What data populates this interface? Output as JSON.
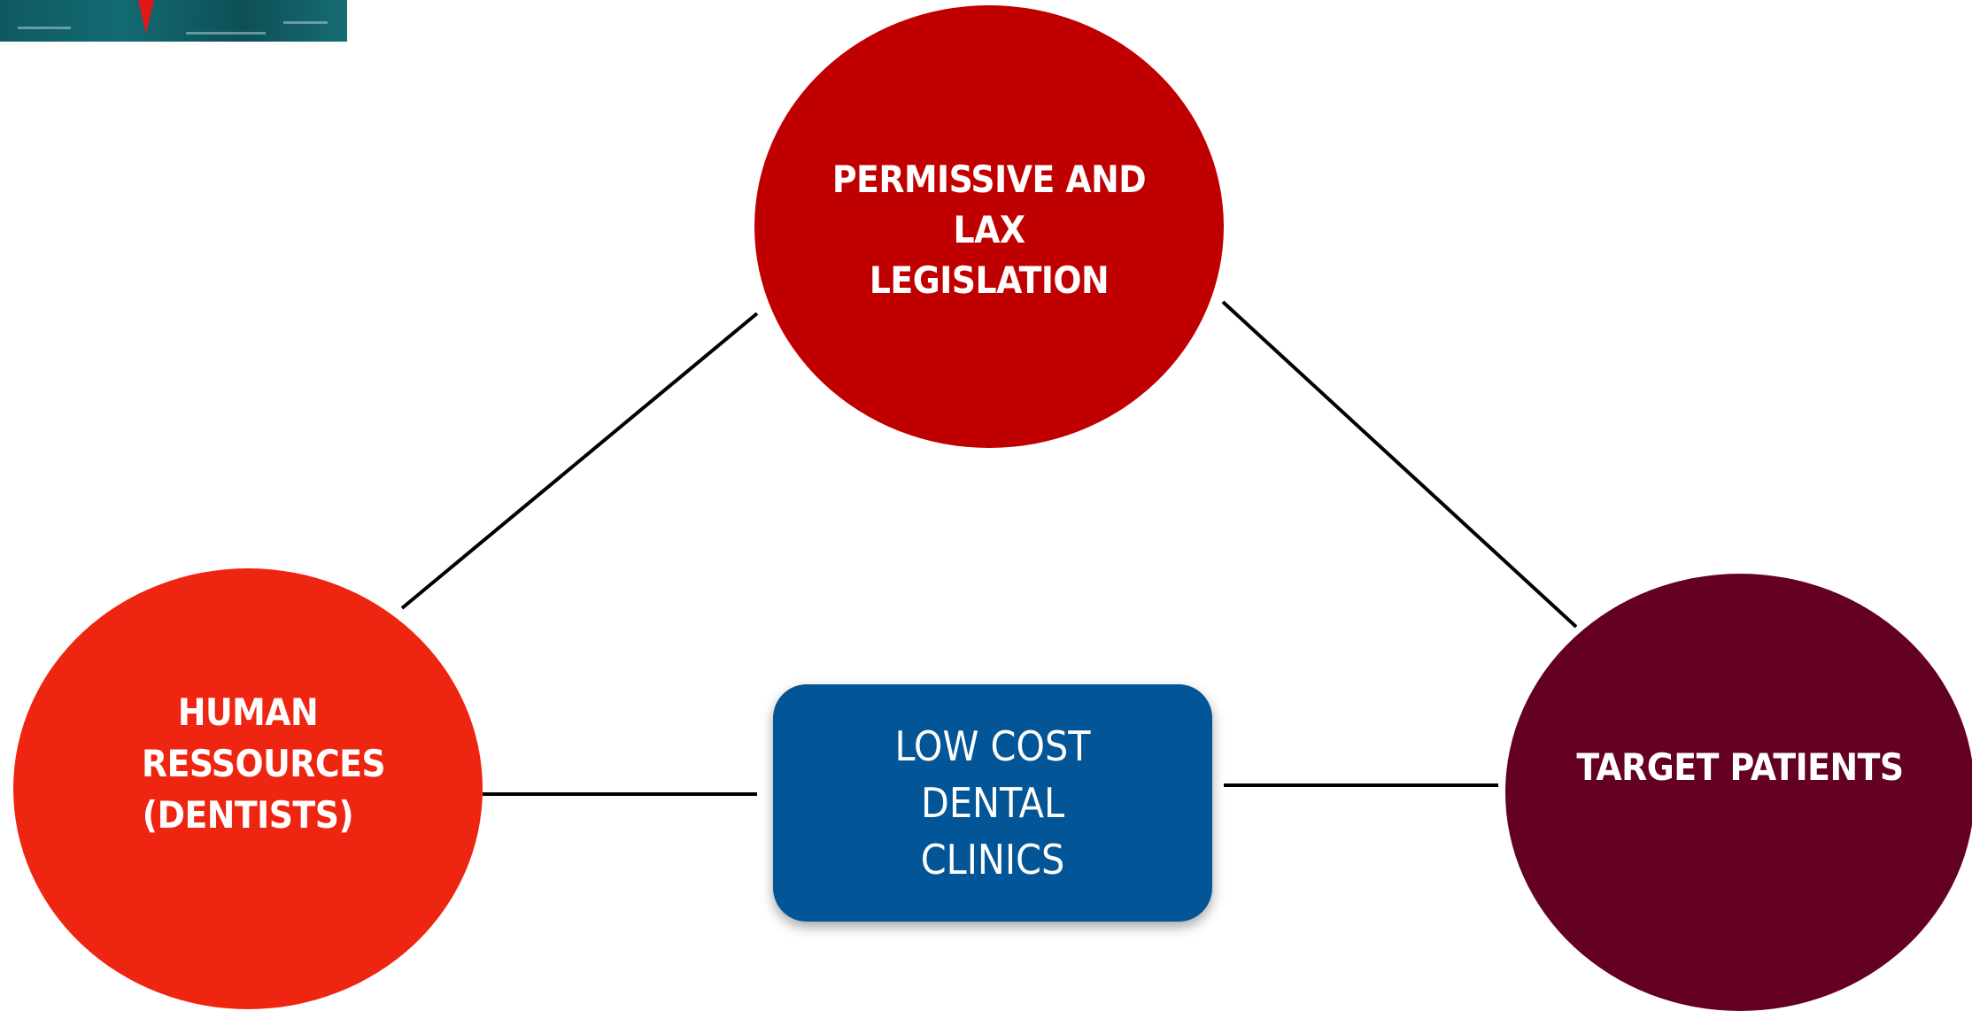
{
  "diagram": {
    "top_node": {
      "label": "PERMISSIVE AND LAX LEGISLATION",
      "color": "#c00000"
    },
    "left_node": {
      "label": "HUMAN RESSOURCES (DENTISTS)",
      "color": "#ee2510"
    },
    "right_node": {
      "label": "TARGET PATIENTS",
      "color": "#640022"
    },
    "center_node": {
      "label": "LOW COST DENTAL CLINICS",
      "color": "#025596"
    }
  }
}
